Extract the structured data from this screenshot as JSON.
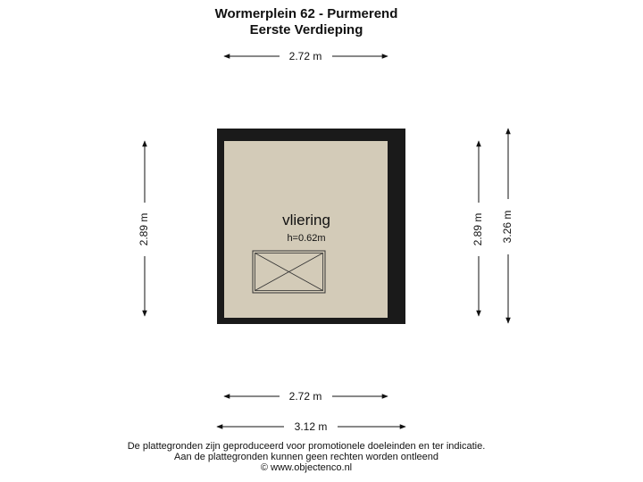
{
  "header": {
    "address": "Wormerplein 62 - Purmerend",
    "floor": "Eerste Verdieping"
  },
  "room": {
    "name": "vliering",
    "height": "h=0.62m"
  },
  "dimensions": {
    "top_width": "2.72 m",
    "bottom_inner_width": "2.72 m",
    "bottom_outer_width": "3.12 m",
    "left_height": "2.89 m",
    "right_inner_height": "2.89 m",
    "right_outer_height": "3.26 m"
  },
  "footer": {
    "line1": "De plattegronden zijn geproduceerd voor promotionele doeleinden en ter indicatie.",
    "line2": "Aan de plattegronden kunnen geen rechten worden ontleend",
    "line3": "© www.objectenco.nl"
  },
  "colors": {
    "wall": "#1a1a1a",
    "floor": "#d3cbb8",
    "line": "#111111"
  }
}
